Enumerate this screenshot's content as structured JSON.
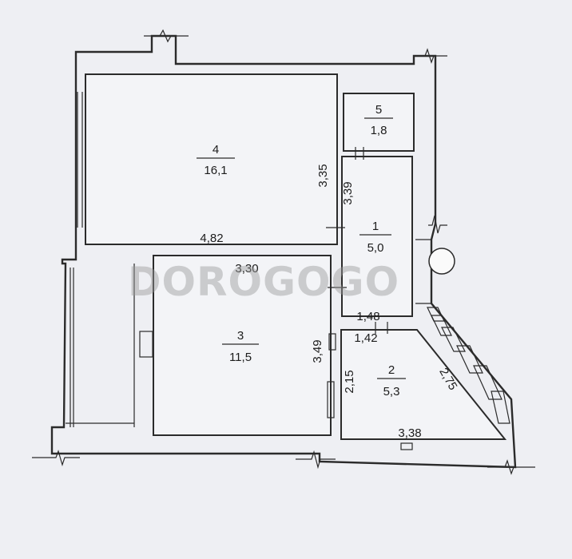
{
  "rooms": [
    {
      "id": "4",
      "number": "4",
      "area": "16,1"
    },
    {
      "id": "5",
      "number": "5",
      "area": "1,8"
    },
    {
      "id": "1",
      "number": "1",
      "area": "5,0"
    },
    {
      "id": "3",
      "number": "3",
      "area": "11,5"
    },
    {
      "id": "2",
      "number": "2",
      "area": "5,3"
    }
  ],
  "dimensions": {
    "d335": "3,35",
    "d339": "3,39",
    "d482": "4,82",
    "d330": "3,30",
    "d148": "1,48",
    "d142": "1,42",
    "d349": "3,49",
    "d215": "2,15",
    "d275": "2,75",
    "d338": "3,38"
  },
  "watermark": "DOROGOGO"
}
